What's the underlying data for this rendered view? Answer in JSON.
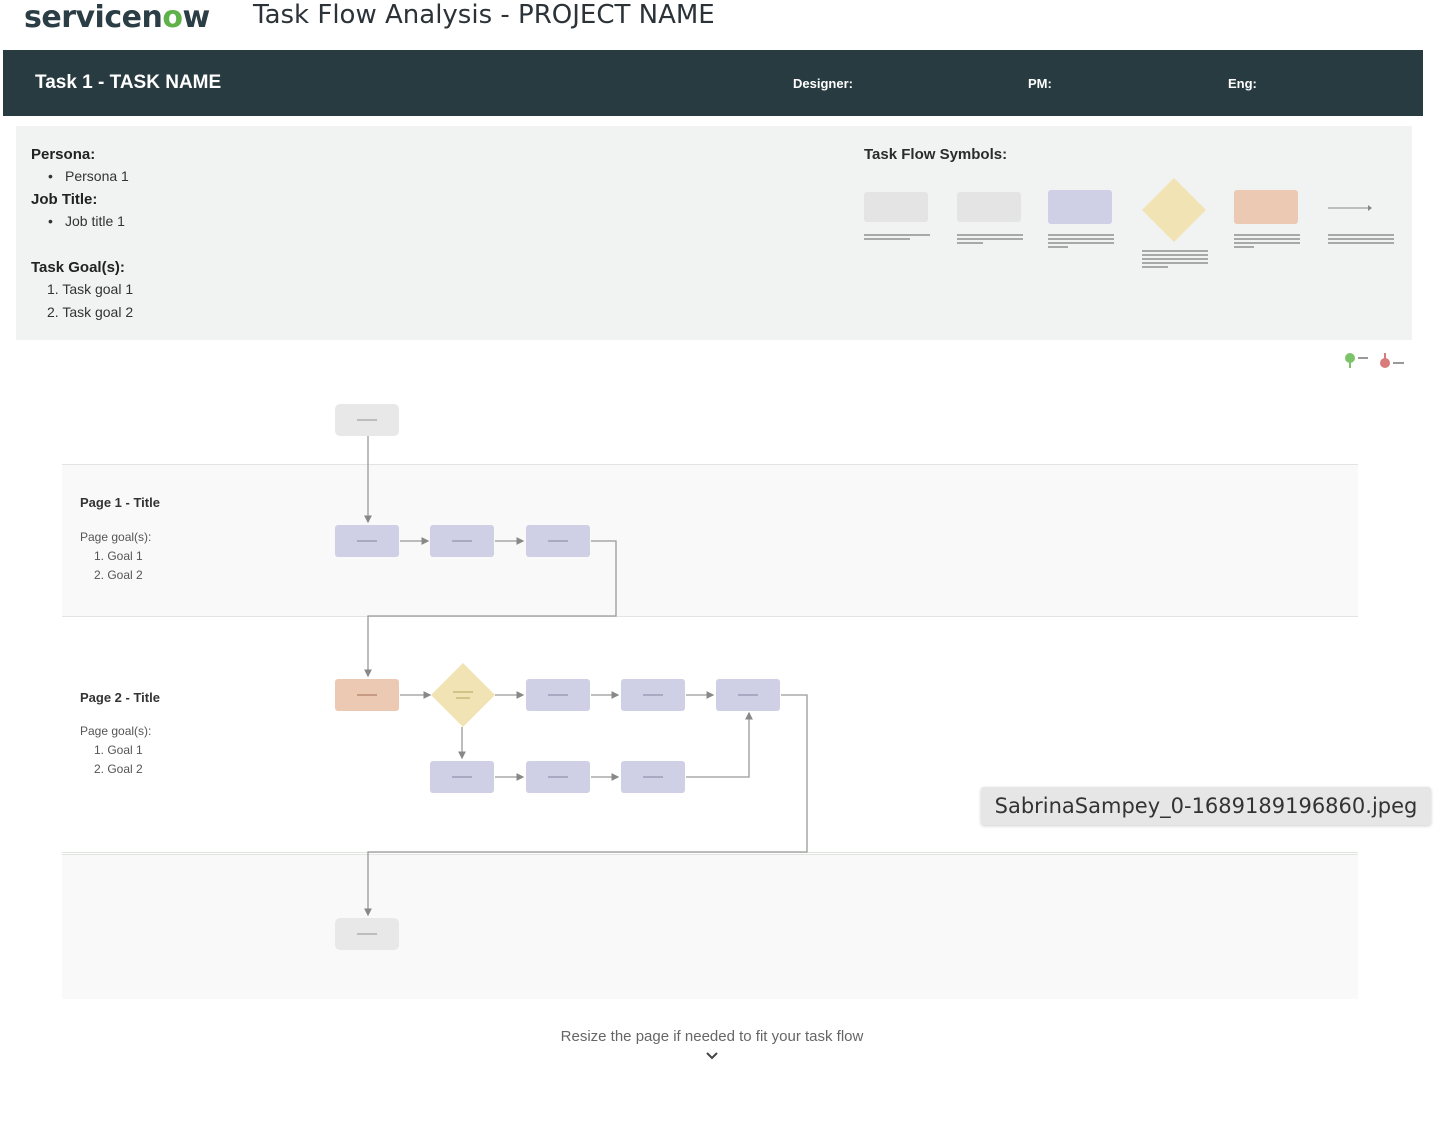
{
  "header": {
    "logo": "servicenow",
    "title": "Task Flow Analysis - PROJECT NAME"
  },
  "task_bar": {
    "task_name": "Task 1 - TASK NAME",
    "designer_label": "Designer:",
    "pm_label": "PM:",
    "eng_label": "Eng:"
  },
  "info": {
    "persona_label": "Persona:",
    "persona_item": "Persona 1",
    "job_title_label": "Job Title:",
    "job_title_item": "Job title 1",
    "goals_label": "Task Goal(s):",
    "goals": [
      "1. Task goal 1",
      "2. Task goal 2"
    ],
    "symbols_title": "Task Flow Symbols:"
  },
  "symbol_colors": {
    "start": "#e4e4e4",
    "page": "#cfcfe6",
    "decision": "#f1e3b4",
    "system": "#ecc9b2"
  },
  "lanes": [
    {
      "title": "Page 1 - Title",
      "goals_label": "Page goal(s):",
      "goals": [
        "1. Goal 1",
        "2. Goal 2"
      ]
    },
    {
      "title": "Page 2 - Title",
      "goals_label": "Page goal(s):",
      "goals": [
        "1. Goal 1",
        "2. Goal 2"
      ]
    }
  ],
  "header_color": "#283b40",
  "filename": "SabrinaSampey_0-1689189196860.jpeg",
  "footer_note": "Resize the page if needed to fit your task flow"
}
